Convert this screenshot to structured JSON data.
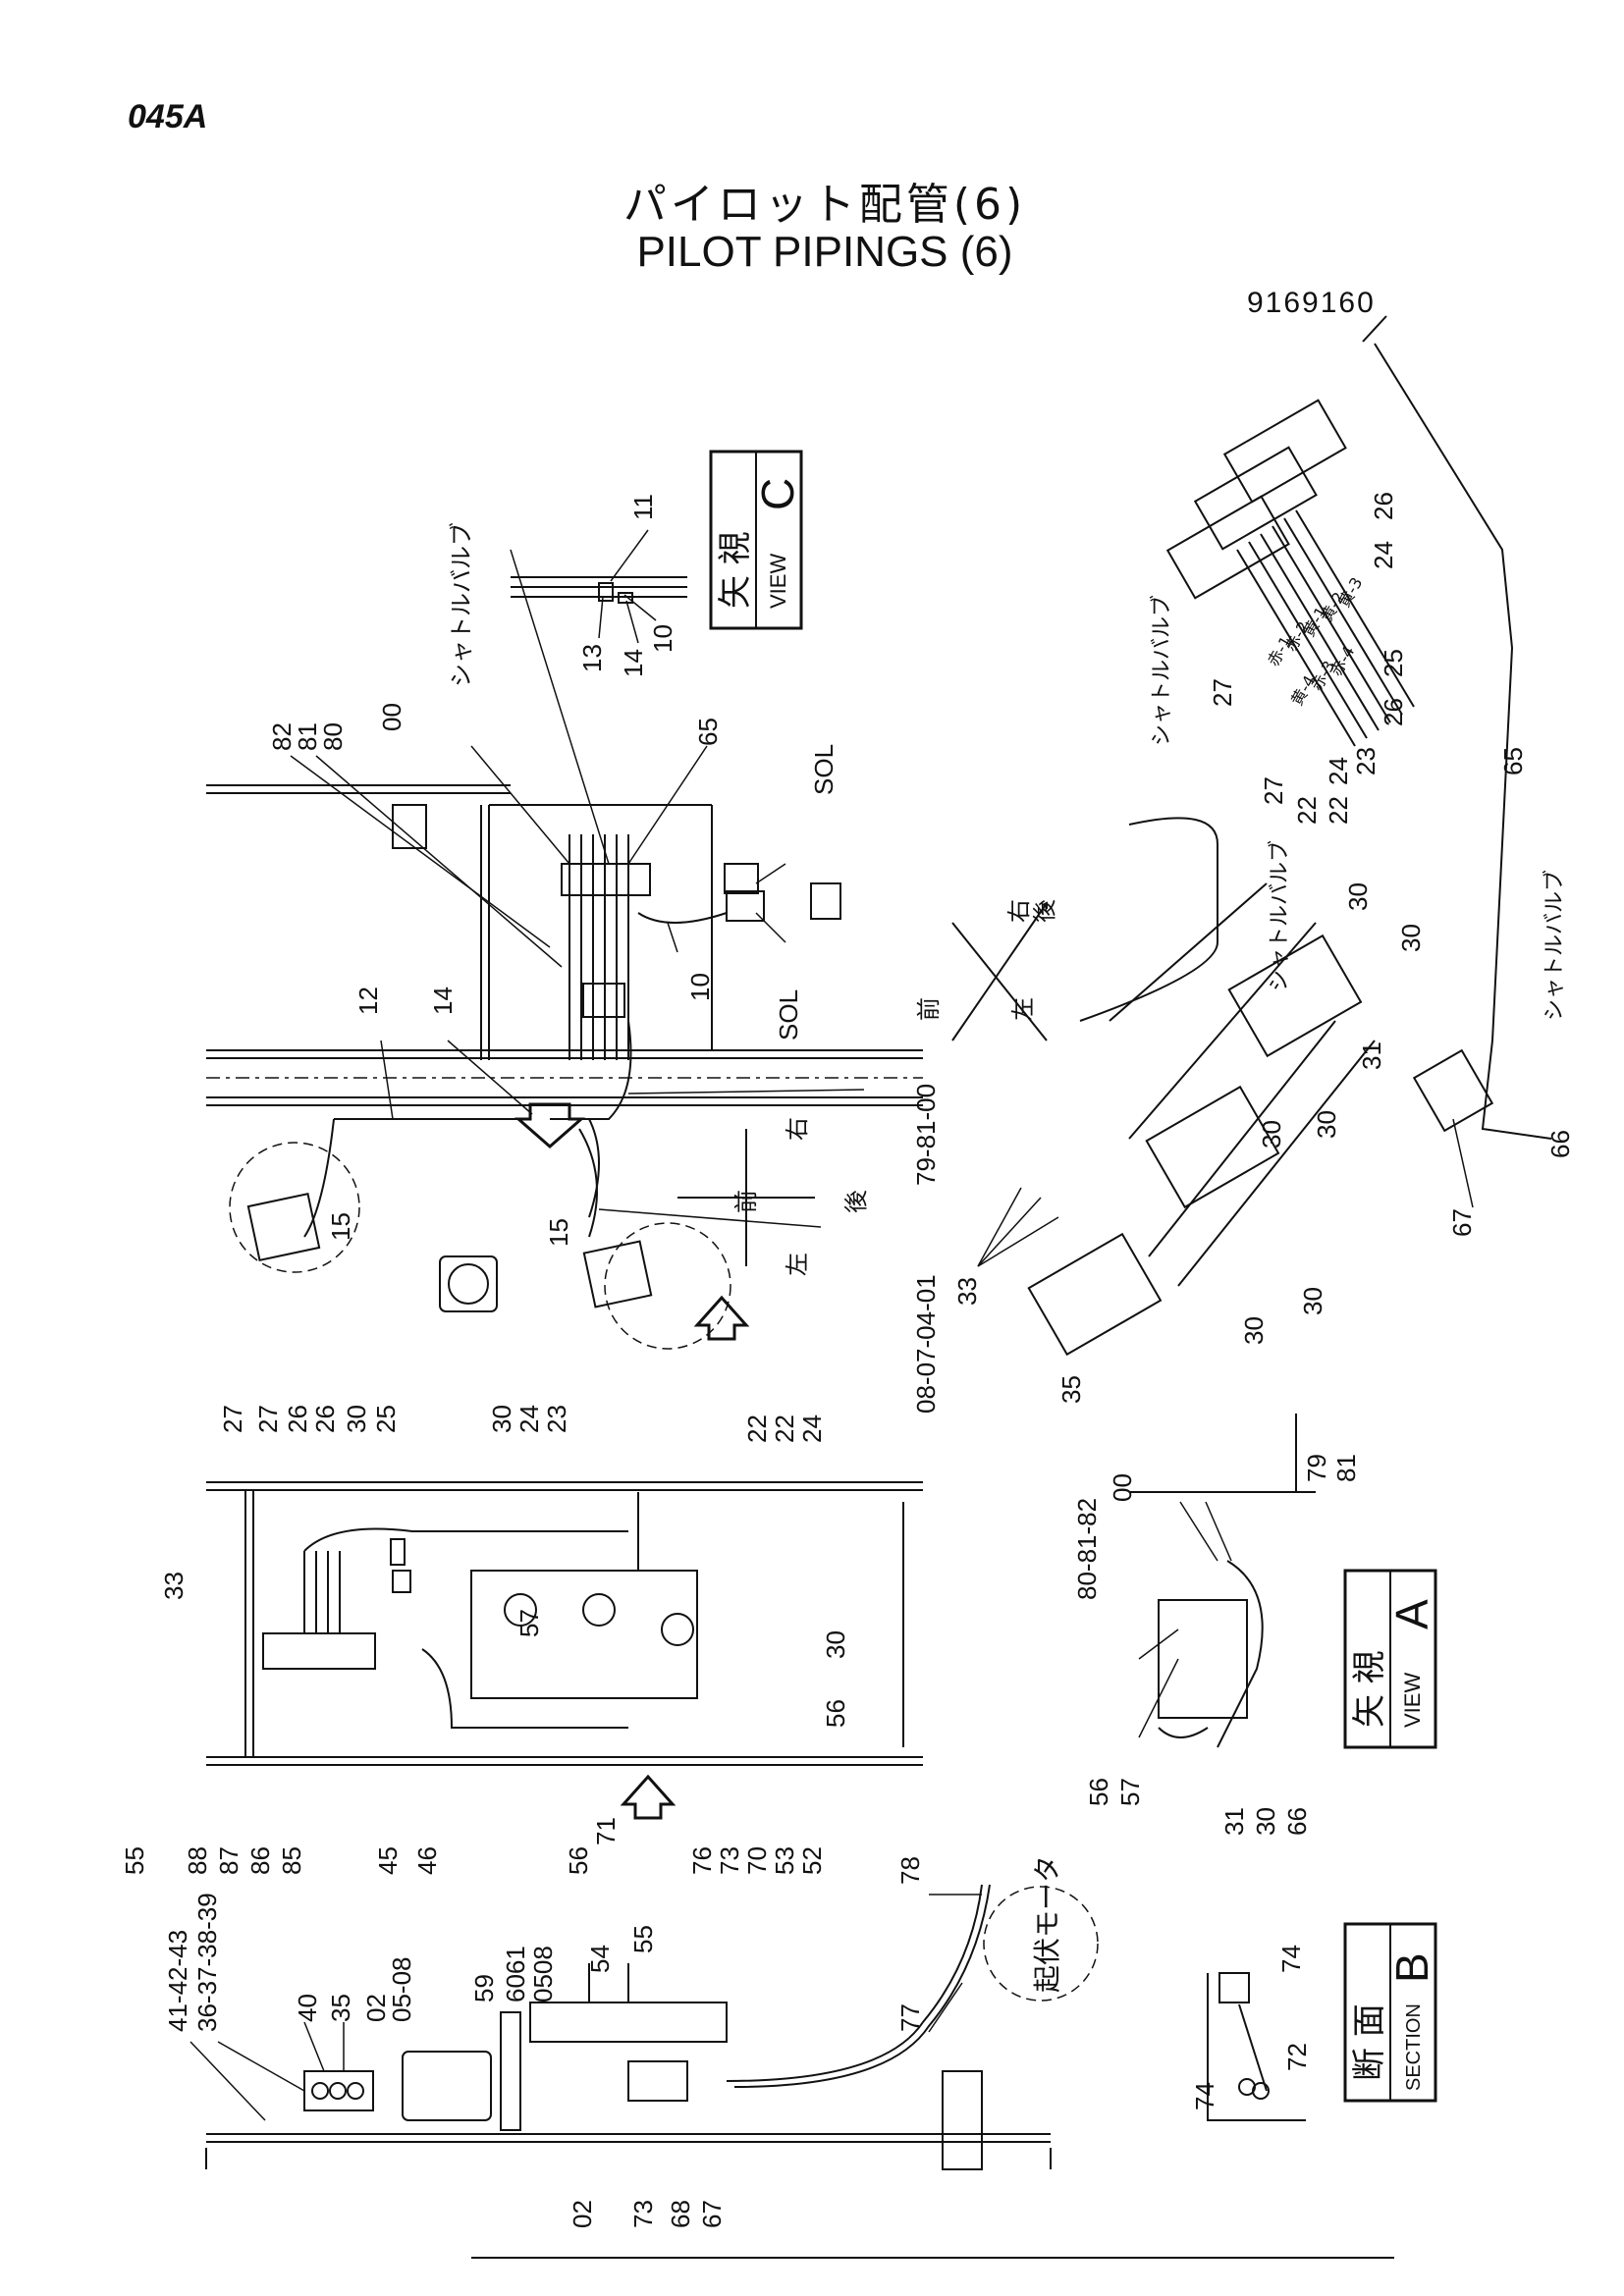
{
  "page_code": "045A",
  "title_jp": "パイロット配管(6)",
  "title_en": "PILOT PIPINGS (6)",
  "drawing_number": "9169160",
  "views": {
    "view_c": {
      "kanji": "矢 視",
      "letter": "C",
      "word": "VIEW"
    },
    "view_a": {
      "kanji": "矢 視",
      "letter": "A",
      "word": "VIEW"
    },
    "section_b": {
      "kanji": "断 面",
      "letter": "B",
      "word": "SECTION"
    }
  },
  "jp_labels": {
    "shuttle_valve": "シャトルバルブ",
    "derrick_motor": "起伏モータ",
    "right": "右",
    "left": "左",
    "front": "前",
    "rear": "後"
  },
  "hose_tags": [
    "赤-1",
    "赤-2",
    "黄-1",
    "黄-2",
    "黄-3",
    "黄-4",
    "赤-3",
    "赤-4"
  ],
  "part_labels": {
    "c_11": "11",
    "c_10": "10",
    "c_13": "13",
    "c_14": "14",
    "m_82": "82",
    "m_81": "81",
    "m_80": "80",
    "m_00": "00",
    "m_65": "65",
    "m_sol1": "SOL",
    "m_sol2": "SOL",
    "m_10": "10",
    "m_12": "12",
    "m_14": "14",
    "m_15a": "15",
    "m_15b": "15",
    "m_00b": "79-81-00",
    "m_00c": "00",
    "m_ref": "08-07-04-01",
    "r_26a": "26",
    "r_24a": "24",
    "r_27a": "27",
    "r_25": "25",
    "r_26b": "26",
    "r_23": "23",
    "r_24b": "24",
    "r_22a": "22",
    "r_22b": "22",
    "r_27b": "27",
    "r_65": "65",
    "r_30a": "30",
    "r_30b": "30",
    "r_31": "31",
    "r_30c": "30",
    "r_30d": "30",
    "r_30e": "30",
    "r_30f": "30",
    "r_33": "33",
    "r_35": "35",
    "r_66": "66",
    "r_67": "67",
    "a_79": "79",
    "a_81": "81",
    "a_00": "00",
    "a_808182": "80-81-82",
    "a_56": "56",
    "a_57": "57",
    "a_31": "31",
    "a_30": "30",
    "a_66": "66",
    "b_27a": "27",
    "b_27b": "27",
    "b_26a": "26",
    "b_26b": "26",
    "b_30a": "30",
    "b_25": "25",
    "b_30b": "30",
    "b_24": "24",
    "b_23": "23",
    "b_22a": "22",
    "b_22b": "22",
    "b_24b": "24",
    "b_33": "33",
    "b_57": "57",
    "b_30c": "30",
    "b_56": "56",
    "b_55": "55",
    "b_88": "88",
    "b_87": "87",
    "b_86": "86",
    "b_85": "85",
    "b_45": "45",
    "b_46": "46",
    "b_56b": "56",
    "b_71": "71",
    "b_76": "76",
    "b_73": "73",
    "b_70": "70",
    "b_53": "53",
    "b_52": "52",
    "l_414243": "41-42-43",
    "l_363738": "36-37-38-39",
    "l_40": "40",
    "l_35": "35",
    "l_02": "02",
    "l_0508": "05-08",
    "l_59": "59",
    "l_6061": "6061",
    "l_0508b": "0508",
    "l_54": "54",
    "l_55": "55",
    "l_78": "78",
    "l_77": "77",
    "l_02b": "02",
    "l_73": "73",
    "l_68": "68",
    "l_67": "67",
    "s_74a": "74",
    "s_74b": "74",
    "s_72": "72"
  }
}
